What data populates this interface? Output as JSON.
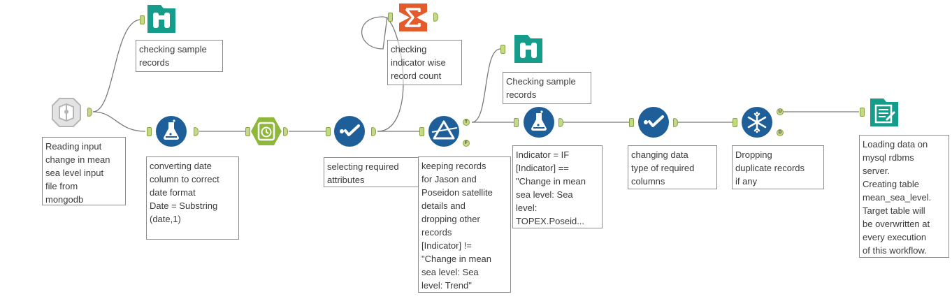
{
  "colors": {
    "blue": "#1f5f99",
    "teal": "#169c8a",
    "green_hex": "#8db83b",
    "orange": "#e35a2b",
    "gray_input": "#b5b5b5",
    "wire": "#7a7a7a",
    "anchor": "#c5d88a"
  },
  "tools": [
    {
      "id": "input",
      "icon": "database-input-icon"
    },
    {
      "id": "browse1",
      "icon": "binoculars-icon"
    },
    {
      "id": "formula1",
      "icon": "flask-icon"
    },
    {
      "id": "datetime",
      "icon": "clock-hexagon-icon"
    },
    {
      "id": "select1",
      "icon": "checkmark-icon"
    },
    {
      "id": "summarize",
      "icon": "sigma-icon"
    },
    {
      "id": "filter",
      "icon": "filter-triangle-icon"
    },
    {
      "id": "browse2",
      "icon": "binoculars-icon"
    },
    {
      "id": "formula2",
      "icon": "flask-icon"
    },
    {
      "id": "select2",
      "icon": "checkmark-icon"
    },
    {
      "id": "unique",
      "icon": "snowflake-icon"
    },
    {
      "id": "output",
      "icon": "output-document-icon"
    }
  ],
  "anchor_labels": {
    "filter_true": "T",
    "filter_false": "F",
    "unique_unique": "U",
    "unique_duplicate": "D"
  },
  "annotations": {
    "input": "Reading input\nchange in mean\nsea level input\nfile from\nmongodb",
    "browse1": "checking sample\nrecords",
    "formula1": "converting date\ncolumn to correct\ndate format\nDate = Substring\n(date,1)",
    "select1": "selecting required\nattributes",
    "summarize": "checking\nindicator wise\nrecord count",
    "filter": "keeping records\nfor Jason and\nPoseidon satellite\ndetails and\ndropping other\nrecords\n[Indicator] !=\n\"Change in mean\nsea level: Sea\nlevel: Trend\"",
    "browse2": "Checking sample\nrecords",
    "formula2": "Indicator = IF\n[Indicator] ==\n\"Change in mean\nsea level: Sea\nlevel:\nTOPEX.Poseid...",
    "select2": "changing data\ntype of required\ncolumns",
    "unique": "Dropping\nduplicate records\nif any",
    "output": "Loading data on\nmysql rdbms\nserver.\nCreating table\nmean_sea_level.\nTarget table will\nbe overwritten at\nevery execution\nof this workflow."
  }
}
